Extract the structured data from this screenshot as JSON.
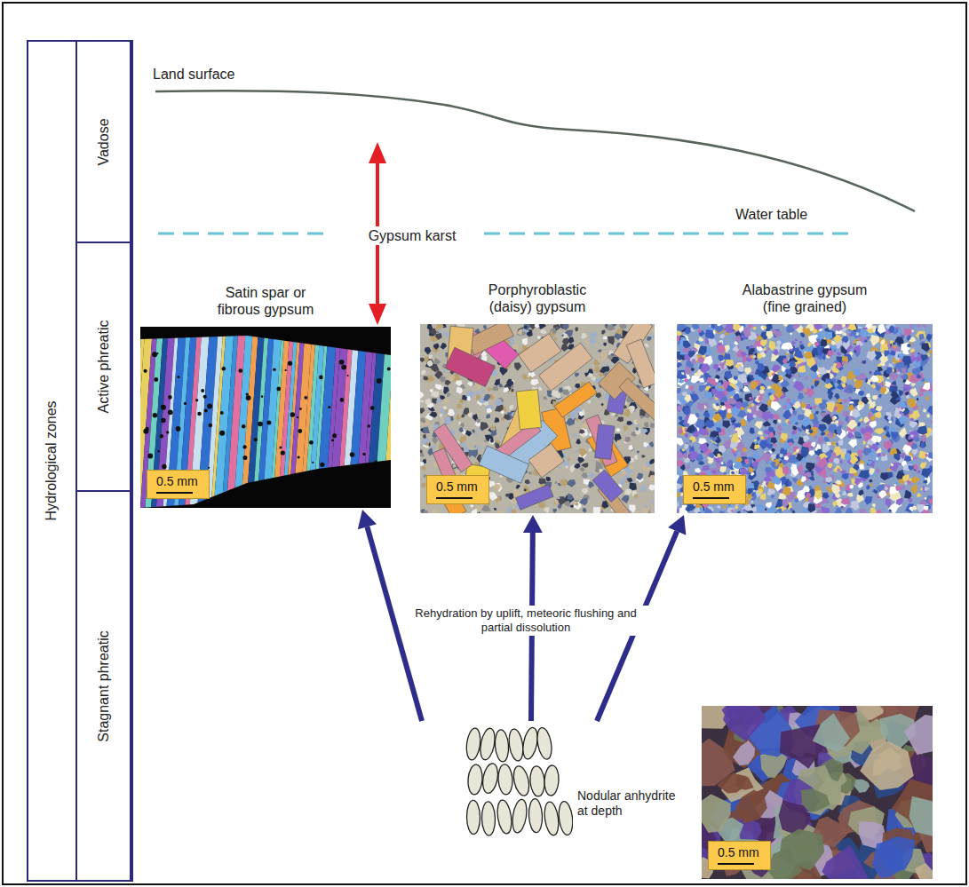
{
  "diagram": {
    "nodes": [
      {
        "text": [
          "Hydrological zones"
        ]
      },
      {
        "text": [
          "Vadose"
        ],
        "in": 0
      },
      {
        "text": [
          "Active phreatic"
        ],
        "in": 0
      },
      {
        "text": [
          "Stagnant phreatic"
        ],
        "in": 0
      },
      {
        "text": [
          "Satin spar or fibrous gypsum",
          "0.5 mm"
        ]
      },
      {
        "text": [
          "Porphyroblastic (daisy) gypsum",
          "0.5 mm"
        ]
      },
      {
        "text": [
          "Alabastrine gypsum (fine grained)",
          "0.5 mm"
        ]
      },
      {
        "text": [
          "Nodular anhydrite at depth"
        ]
      },
      {
        "text": [
          "0.5 mm"
        ]
      }
    ],
    "edges": [
      {
        "from": 7,
        "to": 4,
        "arrow": "to"
      },
      {
        "from": 7,
        "to": 5,
        "arrow": "to"
      },
      {
        "from": 7,
        "to": 6,
        "arrow": "to"
      }
    ],
    "labels": [
      "Land surface",
      "Water table",
      "Gypsum karst",
      "Rehydration by uplift, meteoric flushing and partial dissolution"
    ]
  }
}
